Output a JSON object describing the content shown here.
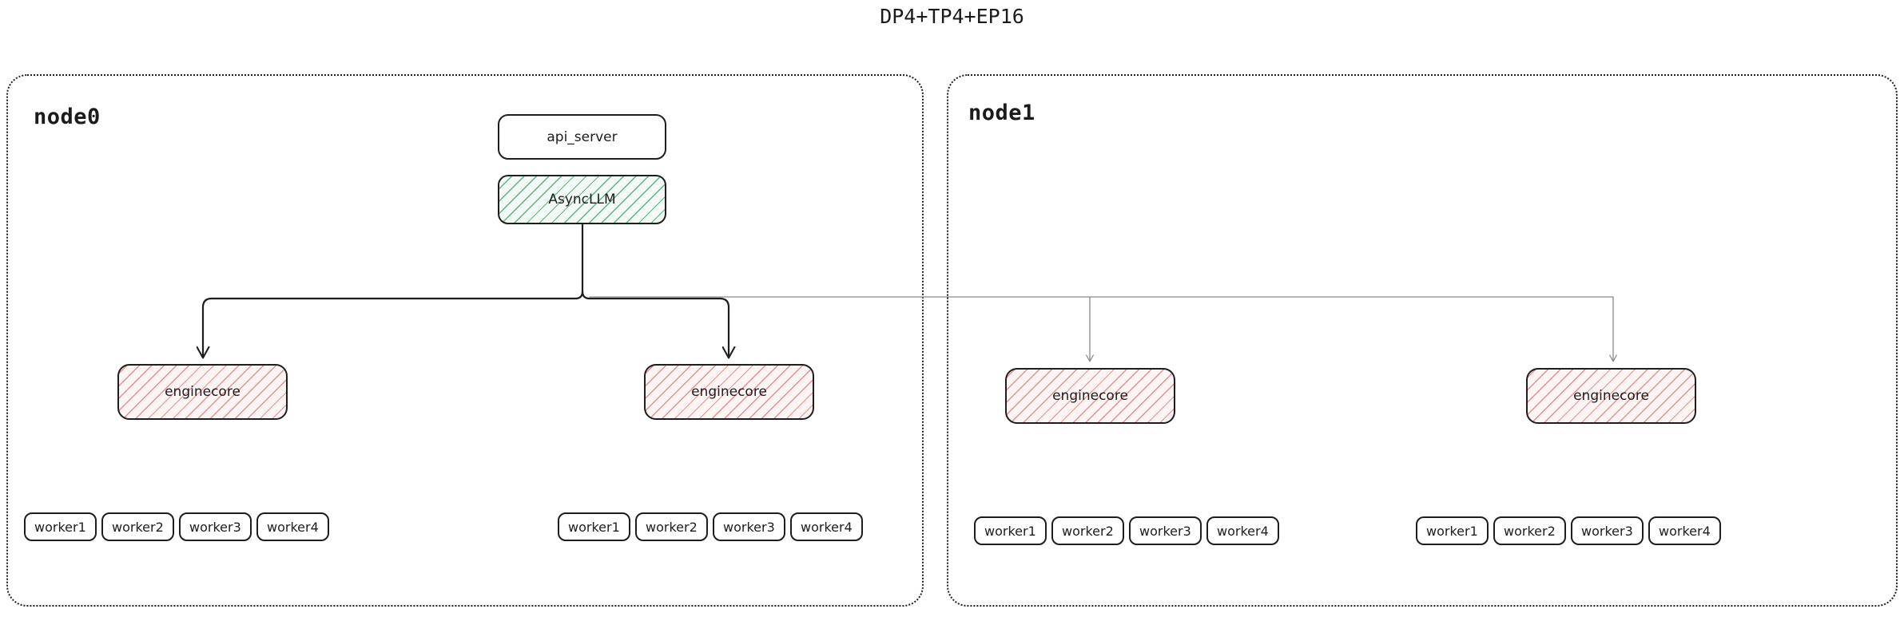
{
  "title": "DP4+TP4+EP16",
  "colors": {
    "stroke_dark": "#1e1e1e",
    "stroke_light": "#8a8a8a",
    "hatch_green": "#3caa6e",
    "hatch_pink": "#e06e6e",
    "container_border": "#202020",
    "background": "#ffffff"
  },
  "nodes": [
    {
      "id": "node0",
      "label": "node0",
      "api_server": {
        "label": "api_server"
      },
      "asyncllm": {
        "label": "AsyncLLM"
      },
      "engines": [
        {
          "label": "enginecore",
          "workers": [
            {
              "label": "worker1"
            },
            {
              "label": "worker2"
            },
            {
              "label": "worker3"
            },
            {
              "label": "worker4"
            }
          ]
        },
        {
          "label": "enginecore",
          "workers": [
            {
              "label": "worker1"
            },
            {
              "label": "worker2"
            },
            {
              "label": "worker3"
            },
            {
              "label": "worker4"
            }
          ]
        }
      ]
    },
    {
      "id": "node1",
      "label": "node1",
      "engines": [
        {
          "label": "enginecore",
          "workers": [
            {
              "label": "worker1"
            },
            {
              "label": "worker2"
            },
            {
              "label": "worker3"
            },
            {
              "label": "worker4"
            }
          ]
        },
        {
          "label": "enginecore",
          "workers": [
            {
              "label": "worker1"
            },
            {
              "label": "worker2"
            },
            {
              "label": "worker3"
            },
            {
              "label": "worker4"
            }
          ]
        }
      ]
    }
  ]
}
